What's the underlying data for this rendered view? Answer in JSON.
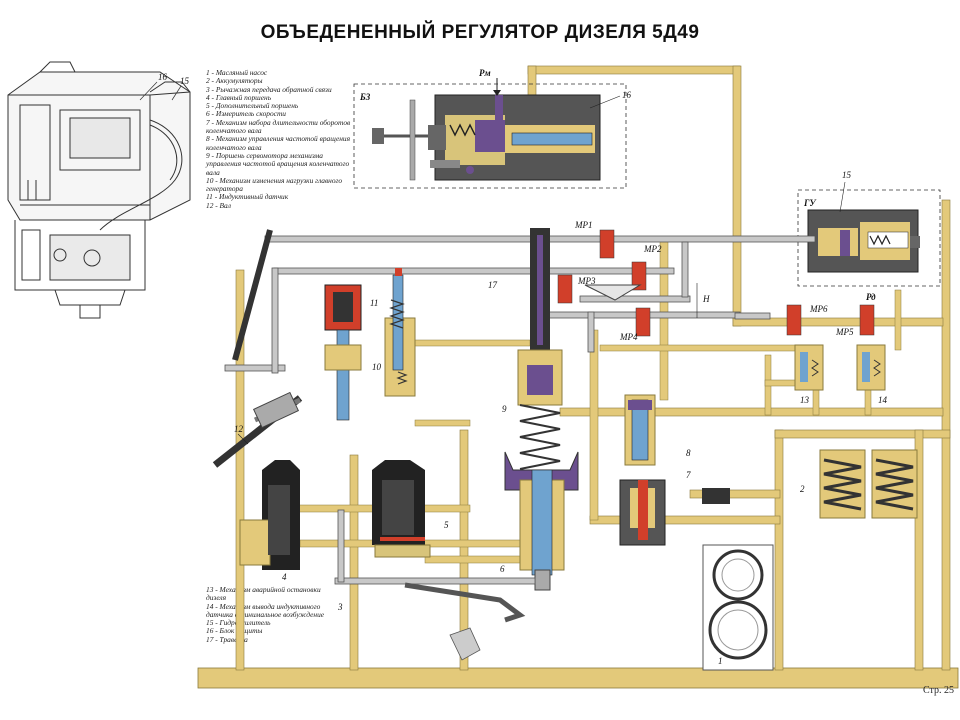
{
  "title": "ОБЪЕДЕНЕННЫЙ  РЕГУЛЯТОР  ДИЗЕЛЯ  5Д49",
  "legend": [
    "1 - Масляный насос",
    "2 - Аккумуляторы",
    "3 - Рычажная передача обратной связи",
    "4 - Главный поршень",
    "5 - Дополнительный поршень",
    "6 - Измеритель скорости",
    "7 - Механизм набора длительности оборотов коленчатого вала",
    "8 - Механизм управления частотой вращения коленчатого вала",
    "9 - Поршень сервомотора механизма управления частотой вращения коленчатого вала",
    "10 - Механизм изменения нагрузки главного генератора",
    "11 - Индуктивный датчик",
    "12 - Вал"
  ],
  "legend2": [
    "13 - Механизм аварийной остановки дизеля",
    "14 - Механизм вывода индуктивного датчика в минимальное возбуждение",
    "15 - Гидроусилитель",
    "16 - Блок защиты",
    "17 - Траверса"
  ],
  "labels": {
    "b3": "Б3",
    "gu": "ГУ",
    "pm": "Рм",
    "pd": "Рд",
    "h": "Н",
    "mp1": "МР1",
    "mp2": "МР2",
    "mp3": "МР3",
    "mp4": "МР4",
    "mp5": "МР5",
    "mp6": "МР6",
    "n1": "1",
    "n2": "2",
    "n3": "3",
    "n4": "4",
    "n5": "5",
    "n6": "6",
    "n7": "7",
    "n8": "8",
    "n9": "9",
    "n10": "10",
    "n11": "11",
    "n12": "12",
    "n13": "13",
    "n14": "14",
    "n15": "15",
    "n16": "16",
    "n17": "17",
    "sk15": "15",
    "sk16": "16"
  },
  "page": "Стр. 25",
  "colors": {
    "oil": "#e3c97a",
    "oil_dark": "#8a7a3c",
    "body": "#4a4a4a",
    "piston_blue": "#6fa3cf",
    "violet": "#6b4f8f",
    "spring_red": "#d13f2a",
    "lever_grey": "#9a9a9a"
  }
}
